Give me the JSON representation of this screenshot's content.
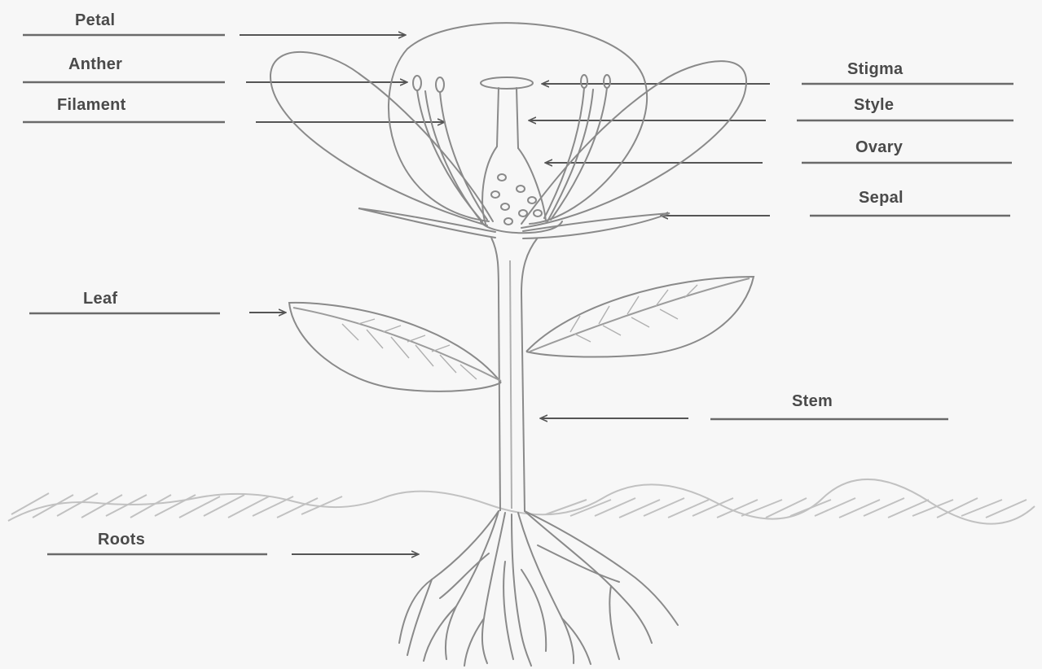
{
  "labels": {
    "petal": "Petal",
    "anther": "Anther",
    "filament": "Filament",
    "stigma": "Stigma",
    "style": "Style",
    "ovary": "Ovary",
    "sepal": "Sepal",
    "leaf": "Leaf",
    "stem": "Stem",
    "roots": "Roots"
  },
  "colors": {
    "background": "#f7f7f7",
    "line": "#6a6a6a",
    "drawing": "#8a8a8a",
    "text": "#4a4a4a",
    "ground": "#b5b5b5"
  }
}
